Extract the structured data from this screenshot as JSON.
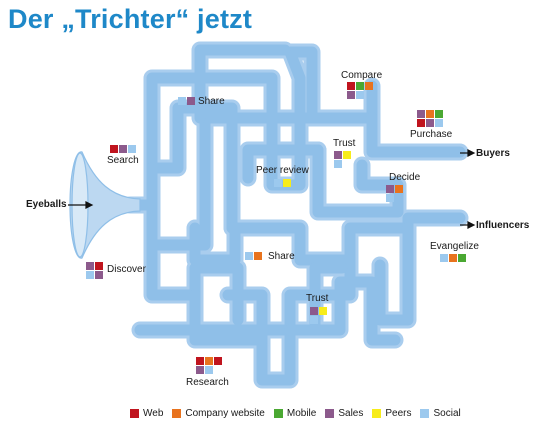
{
  "title": "Der „Trichter“ jetzt",
  "colors": {
    "pipe": "#8fbfe8",
    "pipe_outline": "#a9cdee",
    "funnel": "#bcd8f1",
    "title": "#1e88c8"
  },
  "labels": {
    "eyeballs": "Eyeballs",
    "search": "Search",
    "discover": "Discover",
    "share_top": "Share",
    "share_mid": "Share",
    "compare": "Compare",
    "trust_top": "Trust",
    "trust_bottom": "Trust",
    "peer_review": "Peer review",
    "purchase": "Purchase",
    "decide": "Decide",
    "buyers": "Buyers",
    "influencers": "Influencers",
    "evangelize": "Evangelize",
    "research": "Research"
  },
  "legend": [
    {
      "label": "Web",
      "color": "#c0141e"
    },
    {
      "label": "Company website",
      "color": "#e8731e"
    },
    {
      "label": "Mobile",
      "color": "#4aa832"
    },
    {
      "label": "Sales",
      "color": "#8c5a8c"
    },
    {
      "label": "Peers",
      "color": "#f7ec1a"
    },
    {
      "label": "Social",
      "color": "#9cc9ee"
    }
  ]
}
